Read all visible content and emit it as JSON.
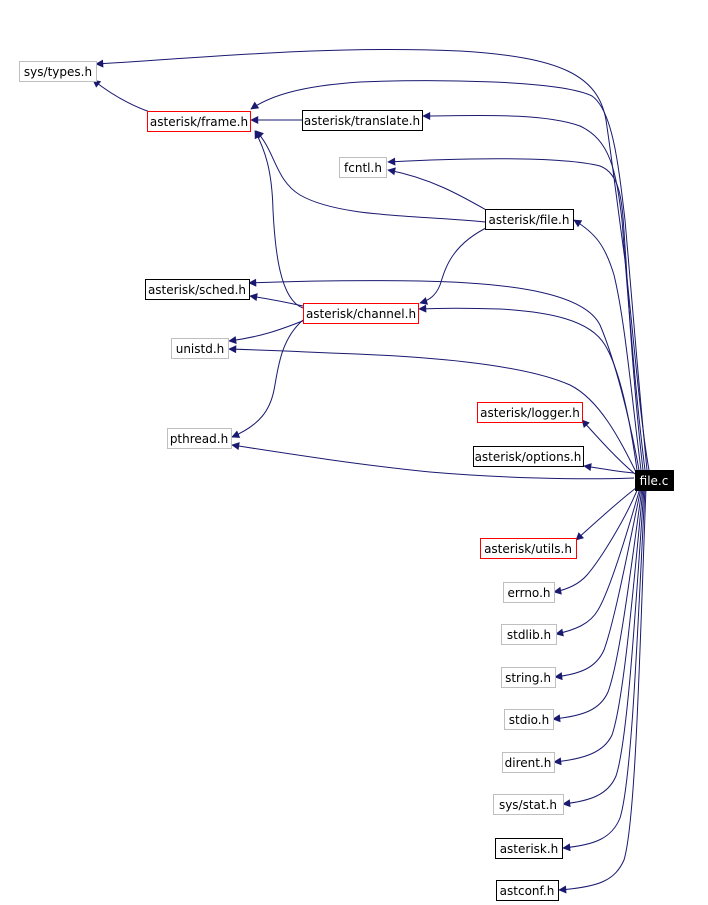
{
  "graph": {
    "root_node": "file.c",
    "nodes": {
      "sys_types": "sys/types.h",
      "frame": "asterisk/frame.h",
      "translate": "asterisk/translate.h",
      "fcntl": "fcntl.h",
      "file_h": "asterisk/file.h",
      "sched": "asterisk/sched.h",
      "channel": "asterisk/channel.h",
      "unistd": "unistd.h",
      "logger": "asterisk/logger.h",
      "pthread": "pthread.h",
      "options": "asterisk/options.h",
      "file_c": "file.c",
      "utils": "asterisk/utils.h",
      "errno": "errno.h",
      "stdlib": "stdlib.h",
      "string": "string.h",
      "stdio": "stdio.h",
      "dirent": "dirent.h",
      "sys_stat": "sys/stat.h",
      "asterisk": "asterisk.h",
      "astconf": "astconf.h"
    },
    "node_styles": {
      "file_c": "root",
      "sys_types": "plain",
      "fcntl": "plain",
      "unistd": "plain",
      "pthread": "plain",
      "errno": "plain",
      "stdlib": "plain",
      "string": "plain",
      "stdio": "plain",
      "dirent": "plain",
      "sys_stat": "plain",
      "frame": "redlink",
      "channel": "redlink",
      "logger": "redlink",
      "utils": "redlink",
      "translate": "linked",
      "file_h": "linked",
      "sched": "linked",
      "options": "linked",
      "asterisk": "linked",
      "astconf": "linked"
    },
    "edges": [
      {
        "from": "file_c",
        "to": "sys_types"
      },
      {
        "from": "file_c",
        "to": "frame"
      },
      {
        "from": "file_c",
        "to": "translate"
      },
      {
        "from": "file_c",
        "to": "fcntl"
      },
      {
        "from": "file_c",
        "to": "file_h"
      },
      {
        "from": "file_c",
        "to": "sched"
      },
      {
        "from": "file_c",
        "to": "channel"
      },
      {
        "from": "file_c",
        "to": "unistd"
      },
      {
        "from": "file_c",
        "to": "logger"
      },
      {
        "from": "file_c",
        "to": "pthread"
      },
      {
        "from": "file_c",
        "to": "options"
      },
      {
        "from": "file_c",
        "to": "utils"
      },
      {
        "from": "file_c",
        "to": "errno"
      },
      {
        "from": "file_c",
        "to": "stdlib"
      },
      {
        "from": "file_c",
        "to": "string"
      },
      {
        "from": "file_c",
        "to": "stdio"
      },
      {
        "from": "file_c",
        "to": "dirent"
      },
      {
        "from": "file_c",
        "to": "sys_stat"
      },
      {
        "from": "file_c",
        "to": "asterisk"
      },
      {
        "from": "file_c",
        "to": "astconf"
      },
      {
        "from": "frame",
        "to": "sys_types"
      },
      {
        "from": "translate",
        "to": "frame"
      },
      {
        "from": "file_h",
        "to": "frame"
      },
      {
        "from": "file_h",
        "to": "fcntl"
      },
      {
        "from": "file_h",
        "to": "channel"
      },
      {
        "from": "channel",
        "to": "frame"
      },
      {
        "from": "channel",
        "to": "sched"
      },
      {
        "from": "channel",
        "to": "unistd"
      },
      {
        "from": "channel",
        "to": "pthread"
      }
    ],
    "colors": {
      "edge": "#191970",
      "root_fill": "#000000",
      "plain_border": "#bfbfbf",
      "linked_border": "#000000",
      "redlink_border": "#ff0000"
    }
  }
}
